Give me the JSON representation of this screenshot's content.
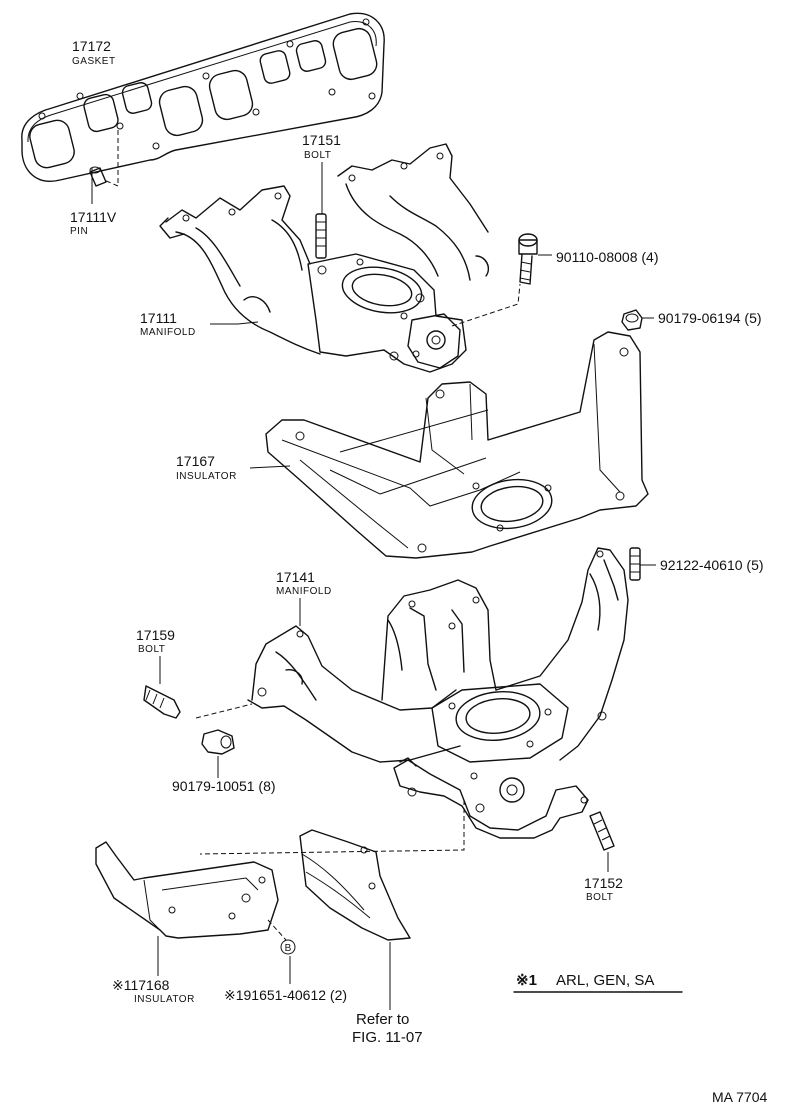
{
  "parts": {
    "gasket": {
      "number": "17172",
      "name": "GASKET"
    },
    "pin": {
      "number": "17111V",
      "name": "PIN"
    },
    "bolt_17151": {
      "number": "17151",
      "name": "BOLT"
    },
    "bolt_90110": {
      "number": "90110-08008 (4)"
    },
    "manifold_17111": {
      "number": "17111",
      "name": "MANIFOLD"
    },
    "nut_90179_06194": {
      "number": "90179-06194 (5)"
    },
    "insulator_17167": {
      "number": "17167",
      "name": "INSULATOR"
    },
    "stud_92122": {
      "number": "92122-40610 (5)"
    },
    "manifold_17141": {
      "number": "17141",
      "name": "MANIFOLD"
    },
    "bolt_17159": {
      "number": "17159",
      "name": "BOLT"
    },
    "nut_90179_10051": {
      "number": "90179-10051 (8)"
    },
    "bolt_17152": {
      "number": "17152",
      "name": "BOLT"
    },
    "insulator_17168": {
      "number": "※117168",
      "name": "INSULATOR"
    },
    "bolt_191651": {
      "number": "※191651-40612 (2)",
      "marker": "B"
    }
  },
  "reference": {
    "line1": "Refer to",
    "line2": "FIG. 11-07"
  },
  "note": {
    "marker": "※1",
    "text": "ARL, GEN, SA"
  },
  "figure_code": "MA 7704"
}
